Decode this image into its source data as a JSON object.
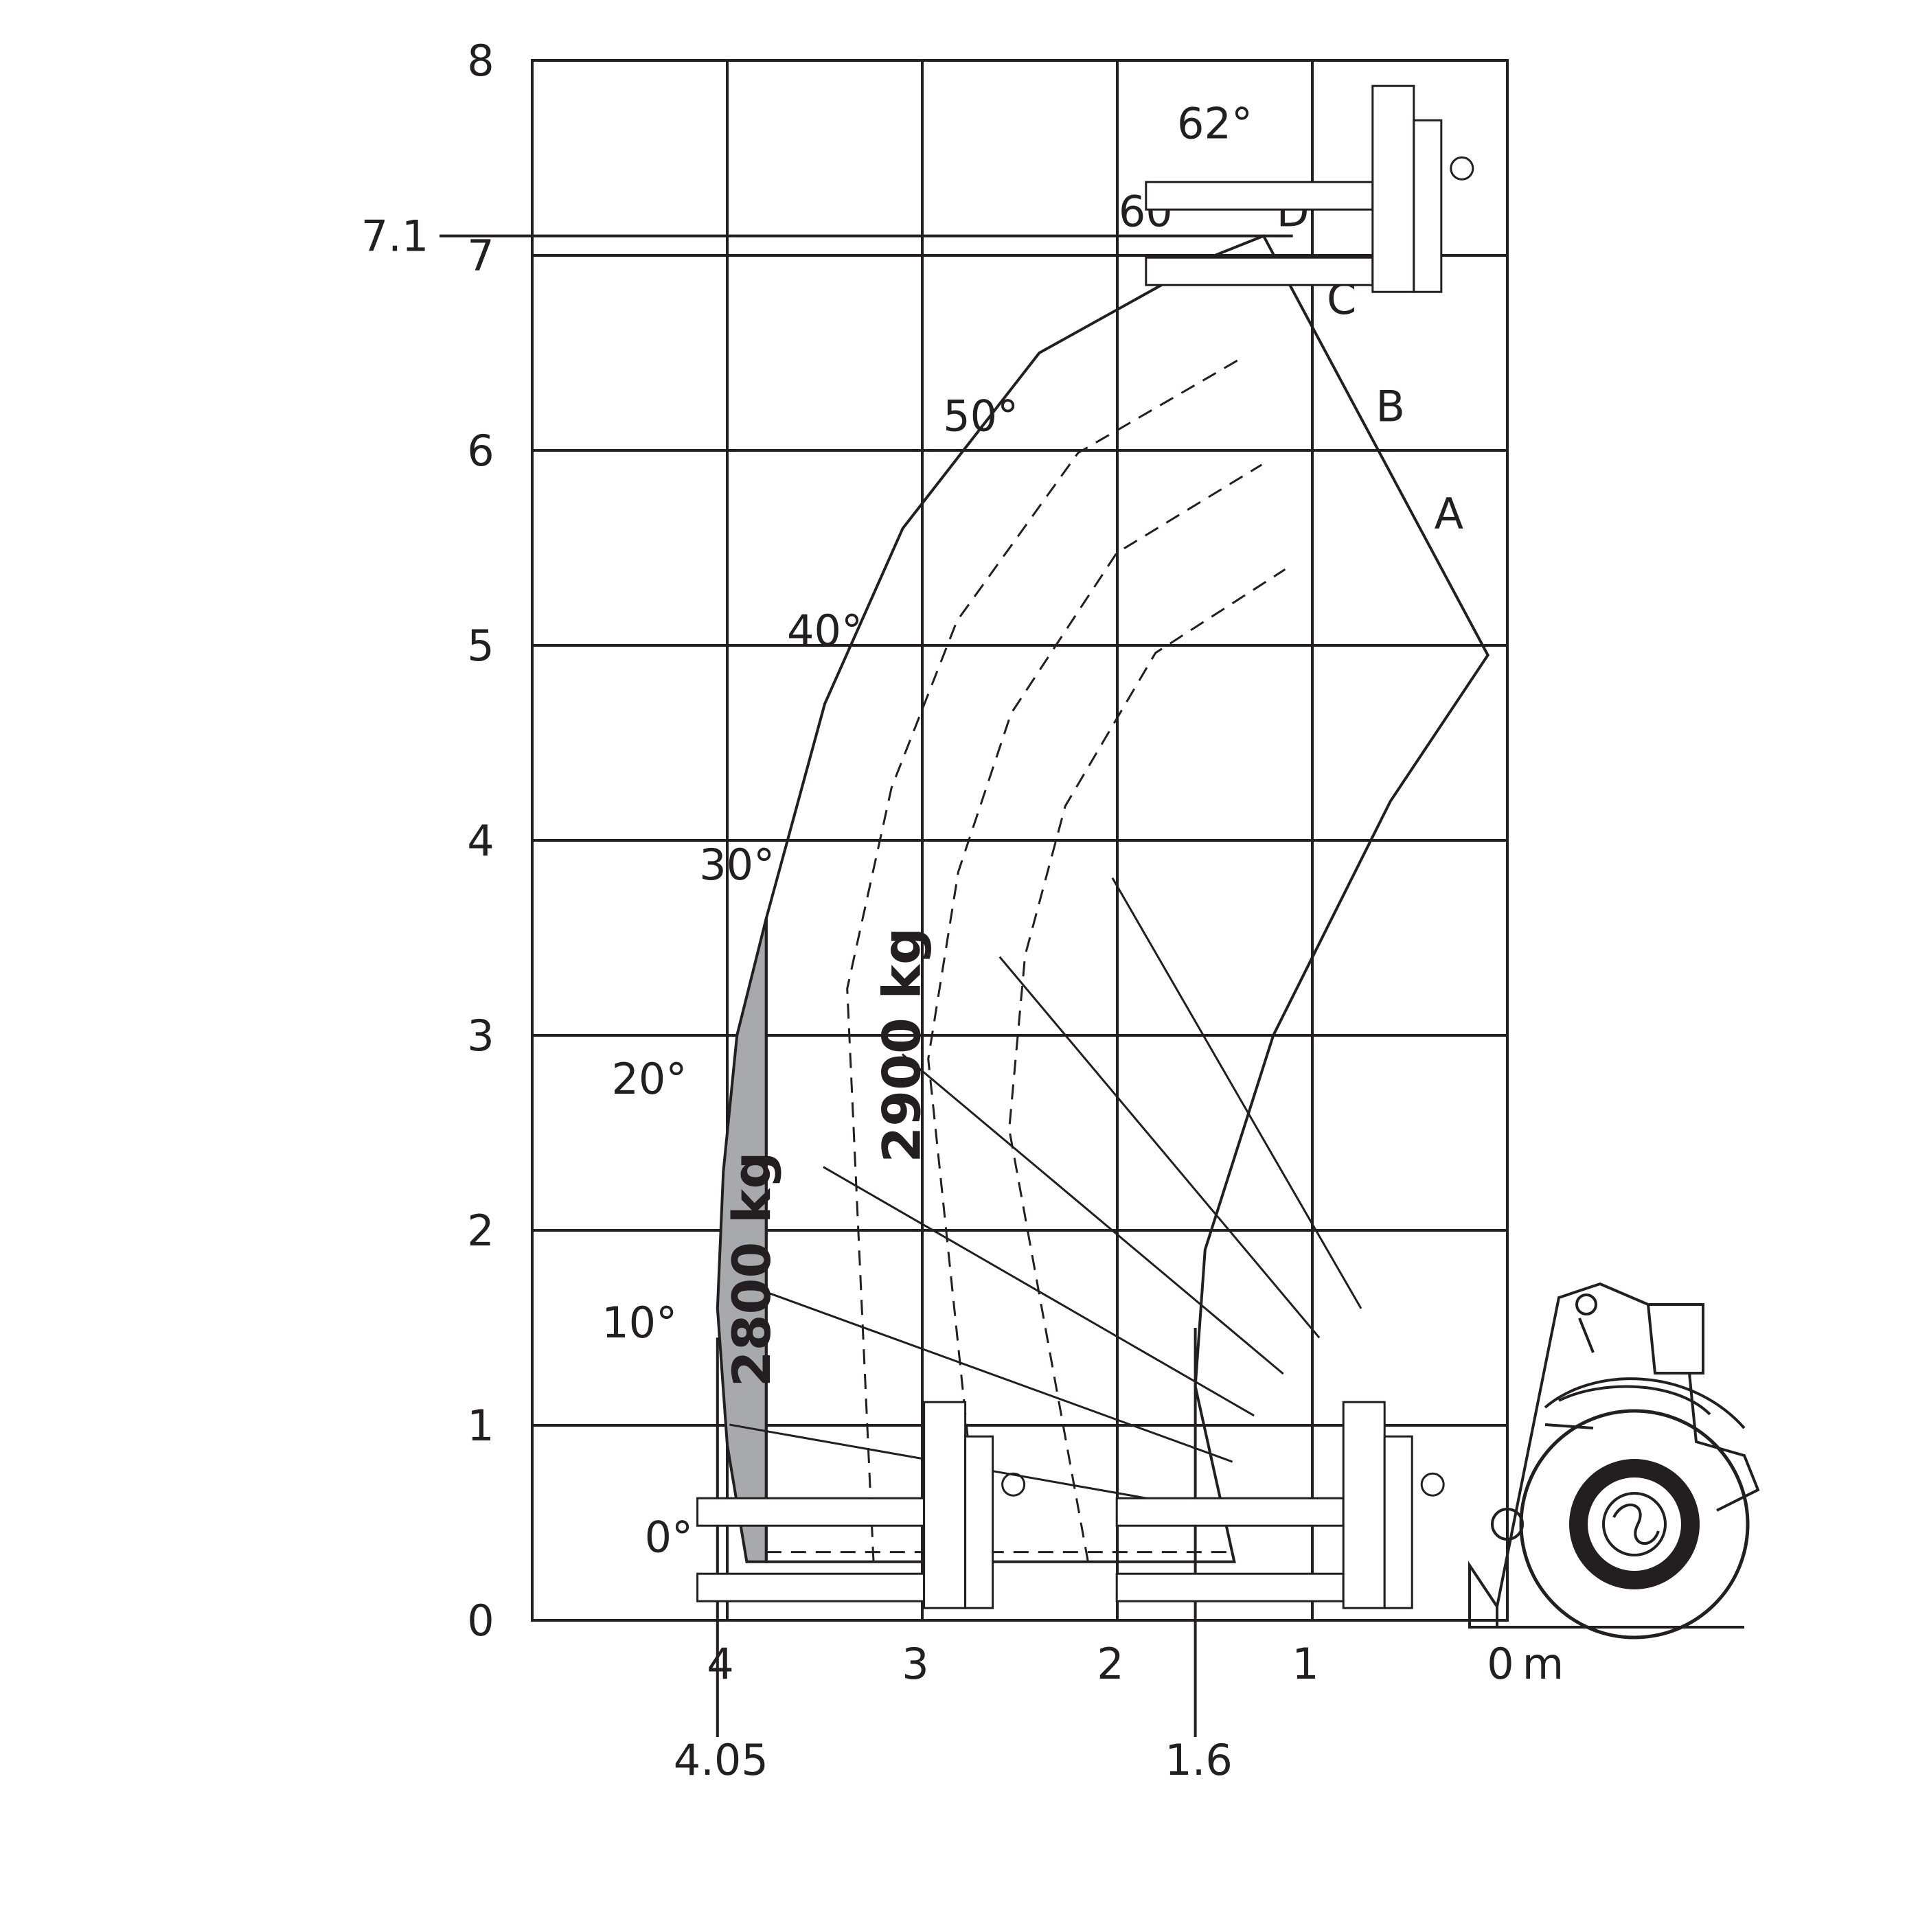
{
  "chart_data": {
    "type": "line",
    "title": "",
    "xlabel": "",
    "ylabel": "",
    "x_unit": "m",
    "xlim": [
      5,
      0
    ],
    "ylim": [
      0,
      8
    ],
    "x_ticks": [
      {
        "value": 4,
        "label": "4"
      },
      {
        "value": 3,
        "label": "3"
      },
      {
        "value": 2,
        "label": "2"
      },
      {
        "value": 1,
        "label": "1"
      },
      {
        "value": 0,
        "label": "0"
      }
    ],
    "y_ticks": [
      {
        "value": 0,
        "label": "0"
      },
      {
        "value": 1,
        "label": "1"
      },
      {
        "value": 2,
        "label": "2"
      },
      {
        "value": 3,
        "label": "3"
      },
      {
        "value": 4,
        "label": "4"
      },
      {
        "value": 5,
        "label": "5"
      },
      {
        "value": 6,
        "label": "6"
      },
      {
        "value": 7,
        "label": "7"
      },
      {
        "value": 8,
        "label": "8"
      }
    ],
    "grid": true,
    "annotations": {
      "max_height": {
        "value": 7.1,
        "label": "7.1"
      },
      "max_reach": {
        "value": 4.05,
        "label": "4.05"
      },
      "reach_at_max_height": {
        "value": 1.6,
        "label": "1.6"
      }
    },
    "angles": [
      {
        "label": "0°",
        "x": 4.3,
        "y": 0.35
      },
      {
        "label": "10°",
        "x": 4.45,
        "y": 1.45
      },
      {
        "label": "20°",
        "x": 4.4,
        "y": 2.7
      },
      {
        "label": "30°",
        "x": 3.95,
        "y": 3.8
      },
      {
        "label": "40°",
        "x": 3.5,
        "y": 5.0
      },
      {
        "label": "50°",
        "x": 2.7,
        "y": 6.1
      },
      {
        "label": "60°",
        "x": 1.8,
        "y": 7.15
      },
      {
        "label": "62°",
        "x": 1.5,
        "y": 7.6
      }
    ],
    "extension_labels": [
      {
        "label": "A",
        "x": 0.3,
        "y": 5.6
      },
      {
        "label": "B",
        "x": 0.6,
        "y": 6.15
      },
      {
        "label": "C",
        "x": 0.85,
        "y": 6.7
      },
      {
        "label": "D",
        "x": 1.1,
        "y": 7.15
      }
    ],
    "series": [
      {
        "name": "2800 kg",
        "fill": "#a7a9ac",
        "points": [
          [
            3.9,
            0.3
          ],
          [
            4.0,
            0.9
          ],
          [
            4.05,
            1.6
          ],
          [
            4.02,
            2.3
          ],
          [
            3.95,
            3.0
          ],
          [
            3.8,
            3.6
          ],
          [
            3.8,
            0.3
          ]
        ]
      },
      {
        "name": "2900 kg",
        "fill": "none",
        "points": [
          [
            3.8,
            0.3
          ],
          [
            3.8,
            3.6
          ],
          [
            3.5,
            4.7
          ],
          [
            3.1,
            5.6
          ],
          [
            2.4,
            6.5
          ],
          [
            1.5,
            7.0
          ],
          [
            1.25,
            7.1
          ],
          [
            0.1,
            4.95
          ],
          [
            0.6,
            4.2
          ],
          [
            1.2,
            3.0
          ],
          [
            1.55,
            1.9
          ],
          [
            1.6,
            1.2
          ],
          [
            1.4,
            0.3
          ],
          [
            3.8,
            0.3
          ]
        ]
      }
    ],
    "line_color": "#231f20",
    "fill_color": "#a7a9ac"
  }
}
